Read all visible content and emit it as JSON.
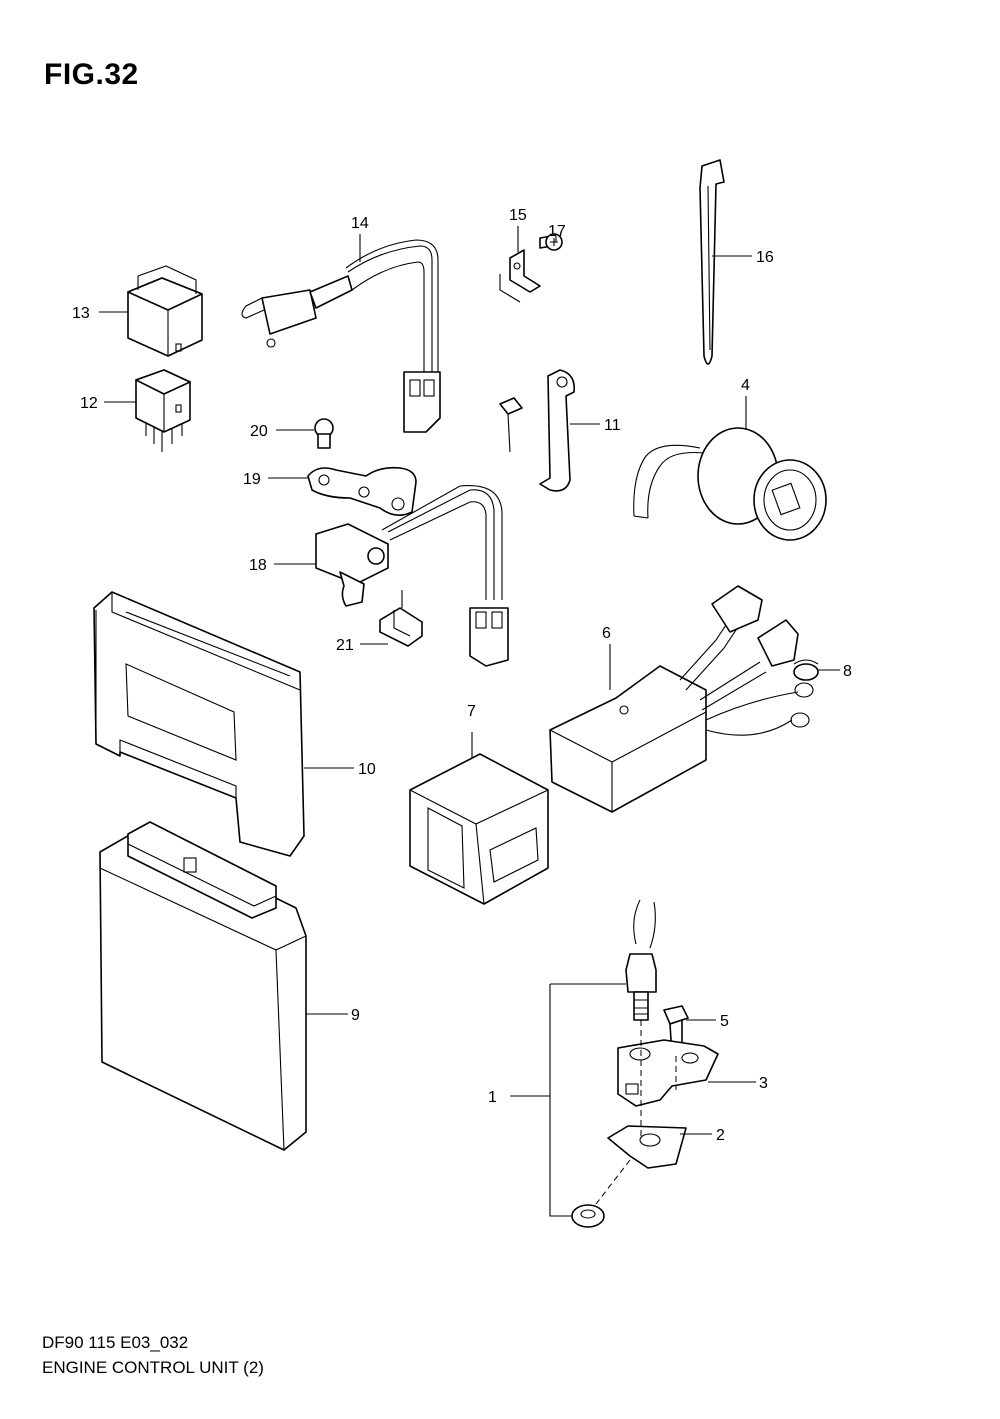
{
  "figure": {
    "title": "FIG.32",
    "code": "DF90 115 E03_032",
    "name": "ENGINE CONTROL UNIT (2)"
  },
  "callouts": [
    "1",
    "2",
    "3",
    "4",
    "5",
    "6",
    "7",
    "8",
    "9",
    "10",
    "11",
    "12",
    "13",
    "14",
    "15",
    "16",
    "17",
    "18",
    "19",
    "20",
    "21"
  ]
}
